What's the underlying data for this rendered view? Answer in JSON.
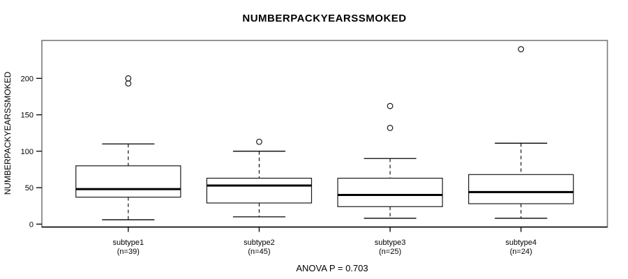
{
  "figure": {
    "background": "#ffffff",
    "frame_color": "#7a7a7a",
    "axis_color": "#000000",
    "box_stroke": "#1a1a1a",
    "median_color": "#000000",
    "box_fill": "#ffffff"
  },
  "chart_data": {
    "type": "boxplot",
    "title": "NUMBERPACKYEARSSMOKED",
    "ylabel": "NUMBERPACKYEARSSMOKED",
    "footer": "ANOVA P = 0.703",
    "yticks": [
      0,
      50,
      100,
      150,
      200
    ],
    "ylim": [
      -4,
      252
    ],
    "grid": false,
    "legend": "none",
    "groups": [
      {
        "label": "subtype1",
        "sublabel": "(n=39)",
        "n": 39,
        "whisker_low": 6,
        "q1": 37,
        "median": 48,
        "q3": 80,
        "whisker_high": 110,
        "outliers": [
          193,
          200
        ]
      },
      {
        "label": "subtype2",
        "sublabel": "(n=45)",
        "n": 45,
        "whisker_low": 10,
        "q1": 29,
        "median": 53,
        "q3": 63,
        "whisker_high": 100,
        "outliers": [
          113
        ]
      },
      {
        "label": "subtype3",
        "sublabel": "(n=25)",
        "n": 25,
        "whisker_low": 8,
        "q1": 24,
        "median": 40,
        "q3": 63,
        "whisker_high": 90,
        "outliers": [
          132,
          162
        ]
      },
      {
        "label": "subtype4",
        "sublabel": "(n=24)",
        "n": 24,
        "whisker_low": 8,
        "q1": 28,
        "median": 44,
        "q3": 68,
        "whisker_high": 111,
        "outliers": [
          240
        ]
      }
    ]
  }
}
